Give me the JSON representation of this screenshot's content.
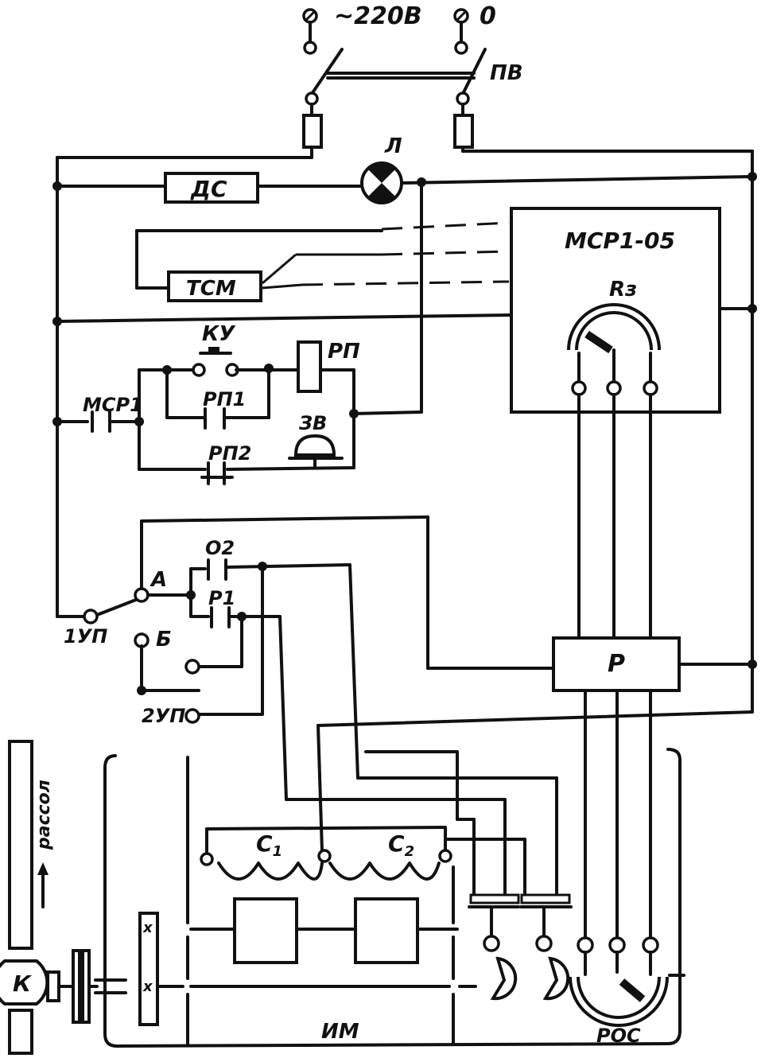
{
  "labels": {
    "supply": "~220В",
    "neutral": "0",
    "switch_pv": "ПВ",
    "lamp": "Л",
    "ds": "ДС",
    "tsm": "ТСМ",
    "controller": "МСР1-05",
    "rz": "Rз",
    "ku": "КУ",
    "rp": "РП",
    "rp1": "РП1",
    "rp2": "РП2",
    "zv": "ЗВ",
    "msr1": "МСР1",
    "a": "А",
    "b": "Б",
    "o2": "О2",
    "r1": "Р1",
    "sw1": "1УП",
    "sw2": "2УП",
    "p": "Р",
    "c1": "С",
    "c1_sub": "1",
    "c2": "С",
    "c2_sub": "2",
    "brine": "рассол",
    "k": "К",
    "im": "ИМ",
    "ros": "РОС",
    "x_top": "х",
    "x_bottom": "х"
  }
}
